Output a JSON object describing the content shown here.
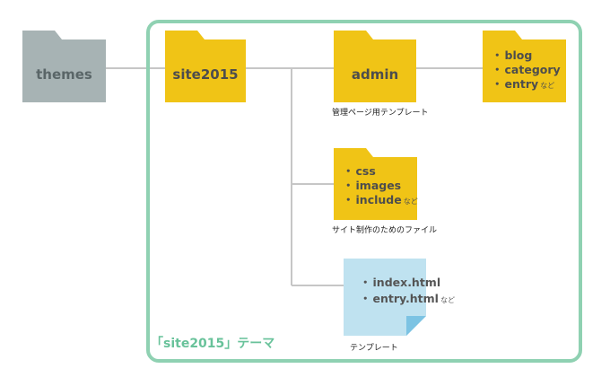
{
  "folders": {
    "themes": "themes",
    "site": "site2015",
    "admin": "admin"
  },
  "captions": {
    "admin": "管理ページ用テンプレート",
    "assets": "サイト制作のためのファイル",
    "templates": "テンプレート",
    "theme": "「site2015」テーマ"
  },
  "lists": {
    "admin_children": [
      "blog",
      "category",
      "entry"
    ],
    "assets": [
      "css",
      "images",
      "include"
    ],
    "templates": [
      "index.html",
      "entry.html"
    ]
  },
  "labels": {
    "bullet": "・",
    "nado": "など"
  },
  "colors": {
    "folder_yellow": "#f0c416",
    "folder_grey": "#a7b3b4",
    "frame_green": "#8fd1b2",
    "connector": "#c6c6c6",
    "doc_blue": "#bfe2f0",
    "doc_fold": "#7cc3e3"
  }
}
